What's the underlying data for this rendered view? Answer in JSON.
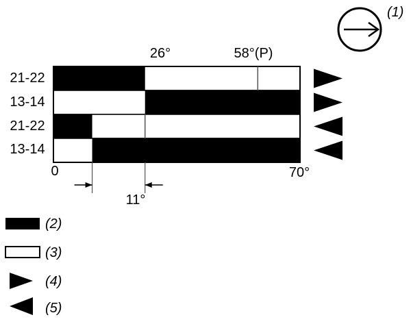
{
  "direction_indicator": {
    "ref": "(1)"
  },
  "rows": [
    {
      "label": "21-22",
      "black_start_deg": 0,
      "black_end_deg": 26,
      "arrow": "right"
    },
    {
      "label": "13-14",
      "black_start_deg": 26,
      "black_end_deg": 70,
      "arrow": "right"
    },
    {
      "label": "21-22",
      "black_start_deg": 0,
      "black_end_deg": 11,
      "arrow": "left"
    },
    {
      "label": "13-14",
      "black_start_deg": 11,
      "black_end_deg": 70,
      "arrow": "left"
    }
  ],
  "angle_range_deg": [
    0,
    70
  ],
  "top_labels": {
    "a": "26°",
    "b": "58°(P)"
  },
  "bottom_labels": {
    "start": "0",
    "end": "70°"
  },
  "dimension": {
    "label": "11°",
    "from_deg": 11,
    "to_deg": 26
  },
  "markers_deg": {
    "top_a": 26,
    "top_b": 58
  },
  "legend": [
    {
      "symbol": "black-bar",
      "label": "(2)"
    },
    {
      "symbol": "white-bar",
      "label": "(3)"
    },
    {
      "symbol": "right-triangle",
      "label": "(4)"
    },
    {
      "symbol": "left-triangle",
      "label": "(5)"
    }
  ],
  "colors": {
    "fill": "#000000",
    "empty": "#ffffff",
    "line": "#000000",
    "thin": "#555555"
  }
}
